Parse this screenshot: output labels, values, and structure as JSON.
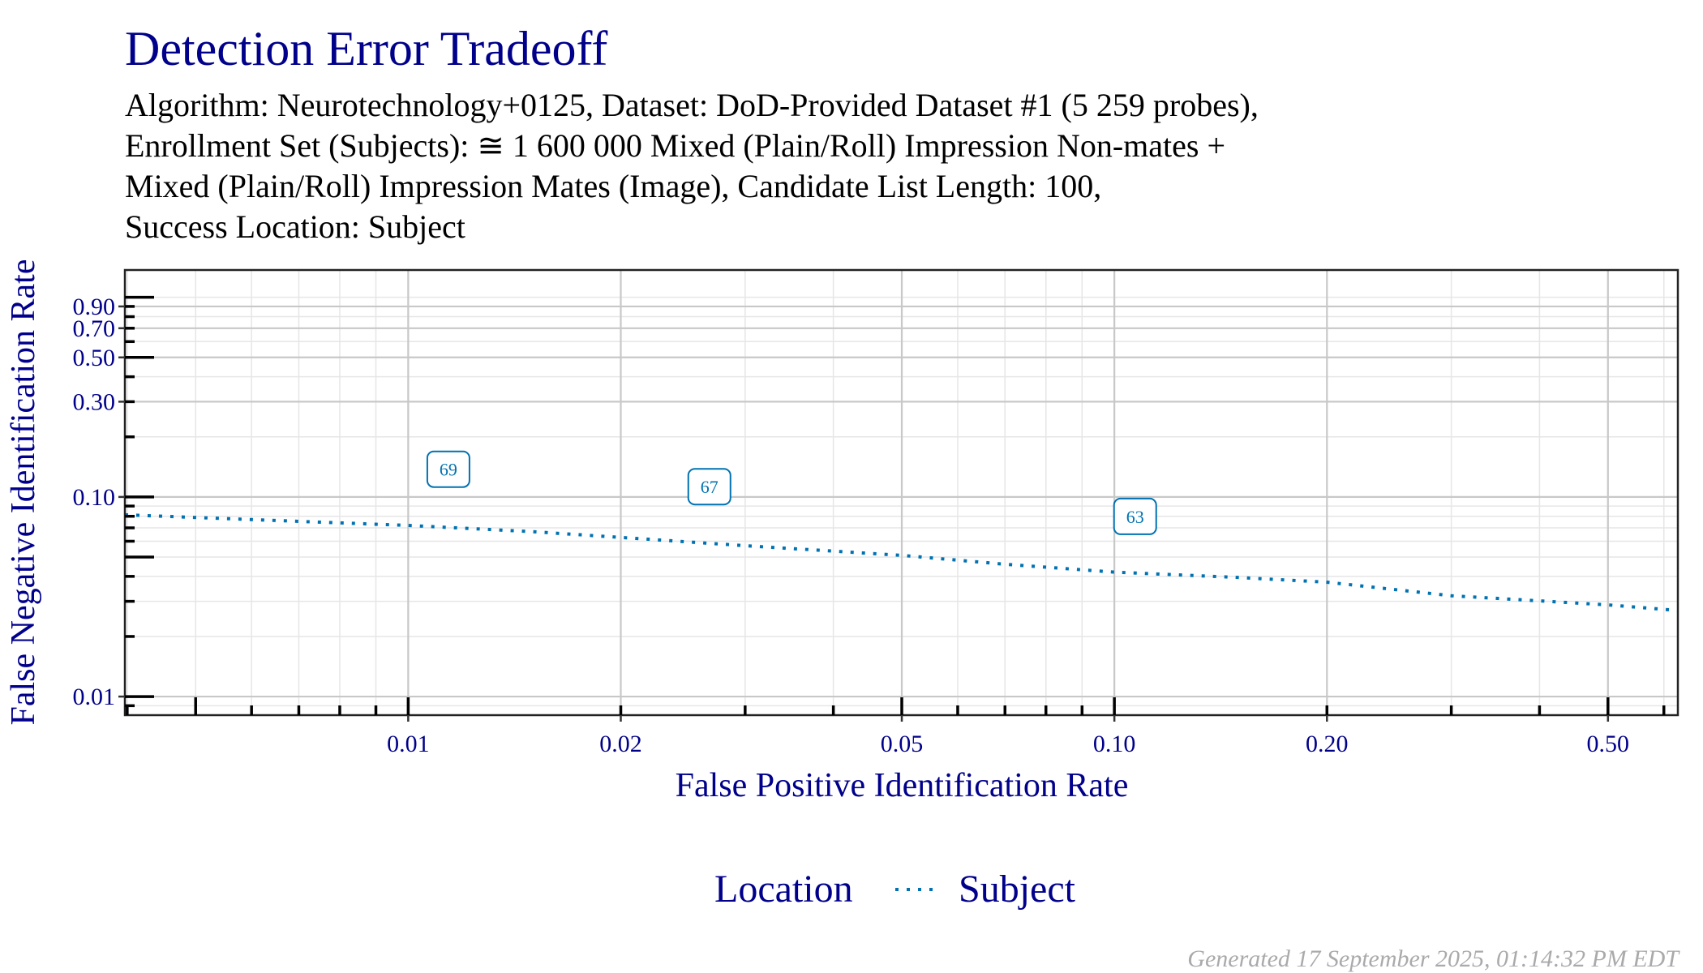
{
  "chart_data": {
    "type": "line",
    "title": "Detection Error Tradeoff",
    "subtitle_lines": [
      "Algorithm: Neurotechnology+0125, Dataset: DoD-Provided Dataset #1 (5 259 probes),",
      "Enrollment Set (Subjects): ≅ 1 600 000 Mixed (Plain/Roll) Impression Non-mates +",
      "Mixed (Plain/Roll) Impression Mates (Image), Candidate List Length: 100,",
      "Success Location: Subject"
    ],
    "xlabel": "False Positive Identification Rate",
    "ylabel": "False Negative Identification Rate",
    "x_scale": "log",
    "y_scale": "log",
    "xlim": [
      0.00397,
      0.628
    ],
    "ylim": [
      0.00807,
      1.37
    ],
    "x_ticks": [
      0.01,
      0.02,
      0.05,
      0.1,
      0.2,
      0.5
    ],
    "x_tick_labels": [
      "0.01",
      "0.02",
      "0.05",
      "0.10",
      "0.20",
      "0.50"
    ],
    "y_ticks": [
      0.01,
      0.1,
      0.3,
      0.5,
      0.7,
      0.9
    ],
    "y_tick_labels": [
      "0.01",
      "0.10",
      "0.30",
      "0.50",
      "0.70",
      "0.90"
    ],
    "grid": true,
    "legend": {
      "title": "Location",
      "position": "bottom",
      "entries": [
        "Subject"
      ]
    },
    "series": [
      {
        "name": "Subject",
        "color": "#0072b2",
        "style": "dotted",
        "x": [
          0.00397,
          0.006,
          0.01,
          0.015,
          0.02,
          0.03,
          0.05,
          0.07,
          0.1,
          0.15,
          0.2,
          0.3,
          0.5,
          0.628
        ],
        "y": [
          0.0814,
          0.077,
          0.072,
          0.067,
          0.0627,
          0.057,
          0.051,
          0.046,
          0.042,
          0.0395,
          0.0374,
          0.032,
          0.0288,
          0.027
        ]
      }
    ],
    "annotations": [
      {
        "text": "69",
        "x": 0.0114,
        "y": 0.0715
      },
      {
        "text": "67",
        "x": 0.0267,
        "y": 0.0585
      },
      {
        "text": "63",
        "x": 0.107,
        "y": 0.0415
      }
    ]
  },
  "footer": "Generated 17 September 2025, 01:14:32 PM EDT"
}
